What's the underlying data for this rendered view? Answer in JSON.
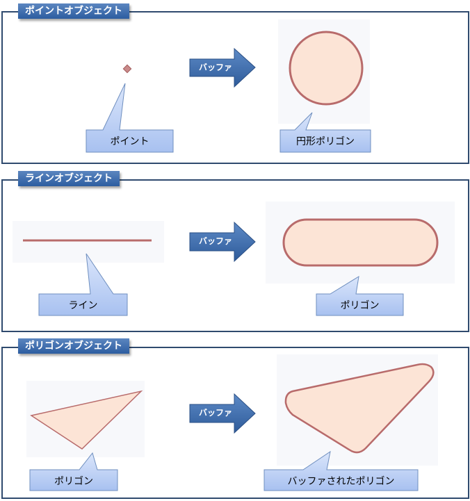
{
  "panels": [
    {
      "title": "ポイントオブジェクト",
      "arrow_label": "バッファ",
      "source_label": "ポイント",
      "result_label": "円形ポリゴン"
    },
    {
      "title": "ラインオブジェクト",
      "arrow_label": "バッファ",
      "source_label": "ライン",
      "result_label": "ポリゴン"
    },
    {
      "title": "ポリゴンオブジェクト",
      "arrow_label": "バッファ",
      "source_label": "ポリゴン",
      "result_label": "バッファされたポリゴン"
    }
  ],
  "colors": {
    "border": "#2f4a6e",
    "title_bg": "#3a6aaa",
    "arrow_fill": "#3b6aa8",
    "shape_fill": "#fce4d6",
    "shape_stroke": "#b86b6b",
    "callout_fill": "#b9cdf3",
    "callout_stroke": "#6f8fbf"
  }
}
